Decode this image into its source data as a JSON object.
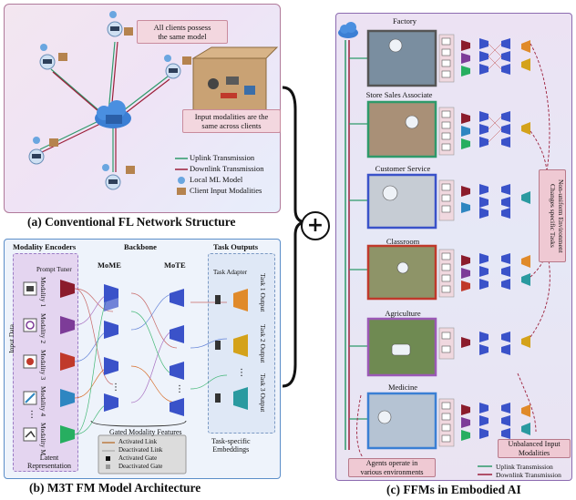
{
  "panel_a": {
    "caption": "(a) Conventional FL Network Structure",
    "note_model": [
      "All clients possess",
      "the same model"
    ],
    "note_modalities": [
      "Input modalities are the",
      "same across clients"
    ],
    "legend": {
      "uplink": "Uplink Transmission",
      "downlink": "Downlink Transmission",
      "local_model": "Local ML Model",
      "client_input": "Client Input Modalities"
    }
  },
  "panel_b": {
    "caption": "(b) M3T FM Model Architecture",
    "modality_encoders": "Modality Encoders",
    "backbone": "Backbone",
    "task_outputs": "Task Outputs",
    "mome": "MoME",
    "mote": "MoTE",
    "prompt_tuner": "Prompt Tuner",
    "task_adapter": "Task Adapter",
    "input_data": "Input Data",
    "modalities": [
      "Modality 1",
      "Modality 2",
      "Modality 3",
      "Modality 4",
      "Modality M"
    ],
    "task_labels": [
      "Task 1 Output",
      "Task 2 Output",
      "Task 3 Output"
    ],
    "gated_features": "Gated Modality Features",
    "latent": [
      "Latent",
      "Representation"
    ],
    "task_embeddings": [
      "Task-specific",
      "Embeddings"
    ],
    "legend": {
      "activated_link": "Activated Link",
      "deactivated_link": "Deactivated Link",
      "activated_gate": "Activated Gate",
      "deactivated_gate": "Deactivated Gate"
    },
    "colors": {
      "encoder": "#3a52c9",
      "output_gold": "#d4a21a",
      "output_teal": "#2a9aa0",
      "output_orange": "#e08a2a"
    }
  },
  "panel_c": {
    "caption": "(c) FFMs in Embodied AI",
    "environments": [
      "Factory",
      "Store Sales Associate",
      "Customer Service",
      "Classroom",
      "Agriculture",
      "Medicine"
    ],
    "side_note": [
      "Non-uniform",
      "Environment Changes",
      "specific Tasks"
    ],
    "agents_note": [
      "Agents operate in",
      "various environments"
    ],
    "unbalanced_note": [
      "Unbalanced Input",
      "Modalities"
    ],
    "legend": {
      "uplink": "Uplink Transmission",
      "downlink": "Downlink Transmission"
    }
  },
  "plus_symbol": "+"
}
